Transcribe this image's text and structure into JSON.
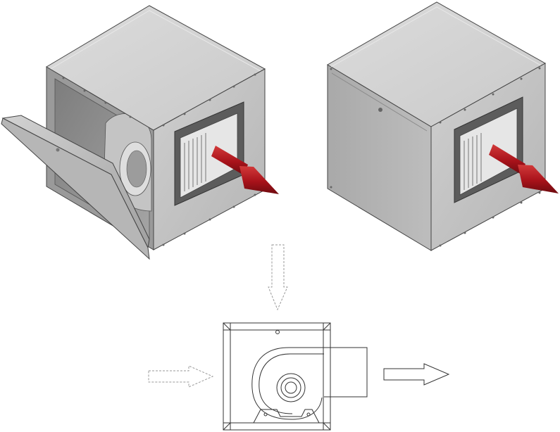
{
  "figure": {
    "views": [
      {
        "name": "iso-open-door",
        "door_state": "open",
        "airflow": "outlet"
      },
      {
        "name": "iso-closed-door",
        "door_state": "closed",
        "airflow": "outlet"
      },
      {
        "name": "side-section",
        "airflow": "inlet-and-outlet"
      }
    ],
    "colors": {
      "housing_top": "#d4d4d4",
      "housing_left": "#b3b3b3",
      "housing_right": "#c0c0c0",
      "interior": "#8e8e8e",
      "outlet_arrow": "#b2141c",
      "line": "#333333",
      "dashed_arrow": "#999999"
    },
    "icons": [
      "outlet-arrow-icon",
      "inlet-arrow-dashed-icon",
      "outlet-arrow-outline-icon"
    ]
  }
}
